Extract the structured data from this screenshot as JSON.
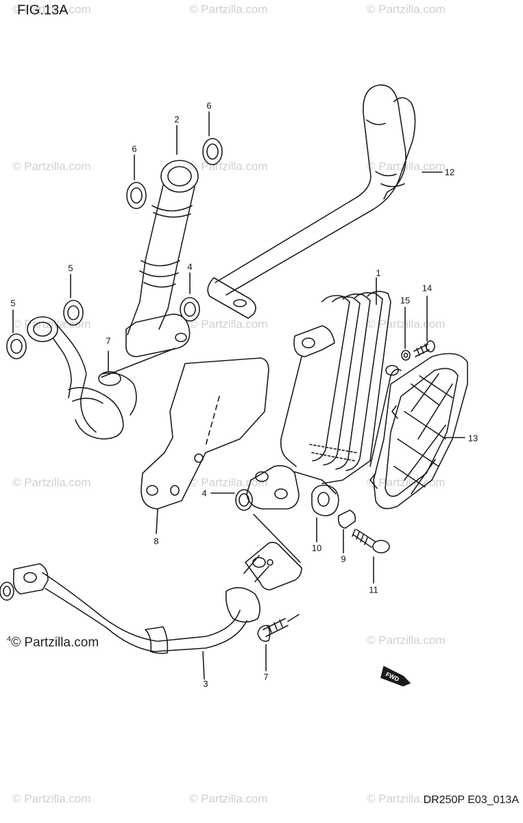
{
  "figure": {
    "title": "FIG.13A",
    "code": "DR250P E03_013A"
  },
  "watermark": {
    "text": "© Partzilla.com",
    "prominent_text": "© Partzilla.com",
    "prominent_prefix": "4"
  },
  "forward_marker": {
    "label": "FWD"
  },
  "callouts": {
    "c1": "1",
    "c2": "2",
    "c3": "3",
    "c4a": "4",
    "c4b": "4",
    "c5a": "5",
    "c5b": "5",
    "c6a": "6",
    "c6b": "6",
    "c7a": "7",
    "c7b": "7",
    "c8": "8",
    "c9": "9",
    "c10": "10",
    "c11": "11",
    "c12": "12",
    "c13": "13",
    "c14": "14",
    "c15": "15"
  },
  "colors": {
    "line": "#1a1a1a",
    "watermark": "#cfcfcf"
  }
}
